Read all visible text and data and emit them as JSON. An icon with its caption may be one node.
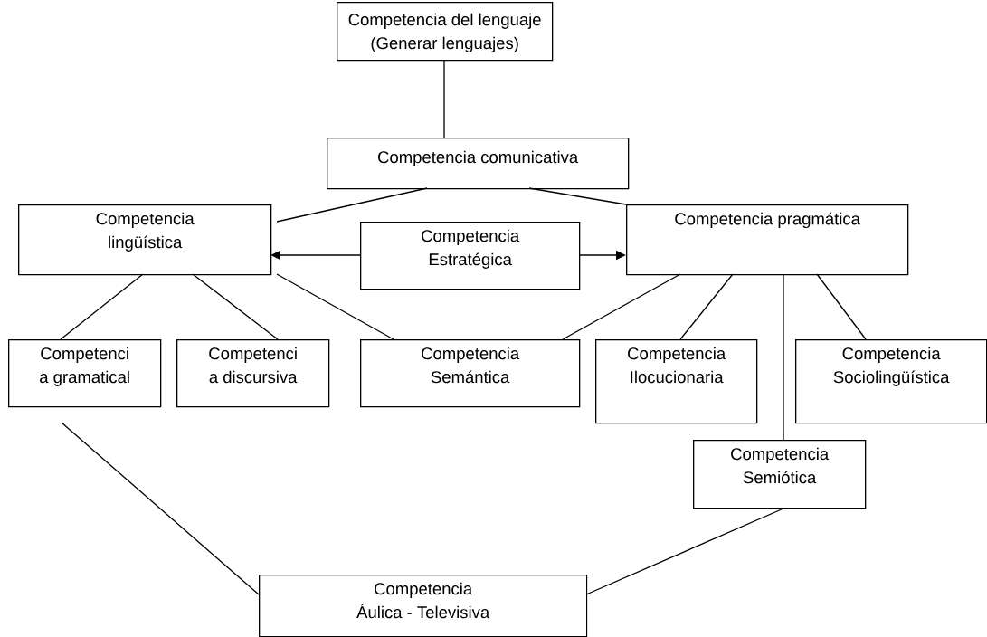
{
  "diagram": {
    "nodes": [
      {
        "text": [
          "Competencia del lenguaje (Generar lenguajes)"
        ]
      },
      {
        "text": [
          "Competencia comunicativa"
        ]
      },
      {
        "text": [
          "Competencia lingüística"
        ]
      },
      {
        "text": [
          "Competencia Estratégica"
        ]
      },
      {
        "text": [
          "Competencia pragmática"
        ]
      },
      {
        "text": [
          "Competenci a gramatical"
        ]
      },
      {
        "text": [
          "Competenci a discursiva"
        ]
      },
      {
        "text": [
          "Competencia Semántica"
        ]
      },
      {
        "text": [
          "Competencia Ilocucionaria"
        ]
      },
      {
        "text": [
          "Competencia Sociolingüística"
        ]
      },
      {
        "text": [
          "Competencia Semiótica"
        ]
      },
      {
        "text": [
          "Competencia Áulica - Televisiva"
        ]
      }
    ],
    "edges": [
      {
        "from": 0,
        "to": 1,
        "arrow": "none"
      },
      {
        "from": 1,
        "to": 2,
        "arrow": "none"
      },
      {
        "from": 1,
        "to": 4,
        "arrow": "none"
      },
      {
        "from": 3,
        "to": 2,
        "arrow": "to"
      },
      {
        "from": 3,
        "to": 4,
        "arrow": "to"
      },
      {
        "from": 2,
        "to": 5,
        "arrow": "none"
      },
      {
        "from": 2,
        "to": 6,
        "arrow": "none"
      },
      {
        "from": 2,
        "to": 7,
        "arrow": "none"
      },
      {
        "from": 4,
        "to": 7,
        "arrow": "none"
      },
      {
        "from": 4,
        "to": 8,
        "arrow": "none"
      },
      {
        "from": 4,
        "to": 10,
        "arrow": "none"
      },
      {
        "from": 4,
        "to": 9,
        "arrow": "none"
      },
      {
        "from": 5,
        "to": 11,
        "arrow": "none"
      },
      {
        "from": 10,
        "to": 11,
        "arrow": "none"
      }
    ]
  }
}
